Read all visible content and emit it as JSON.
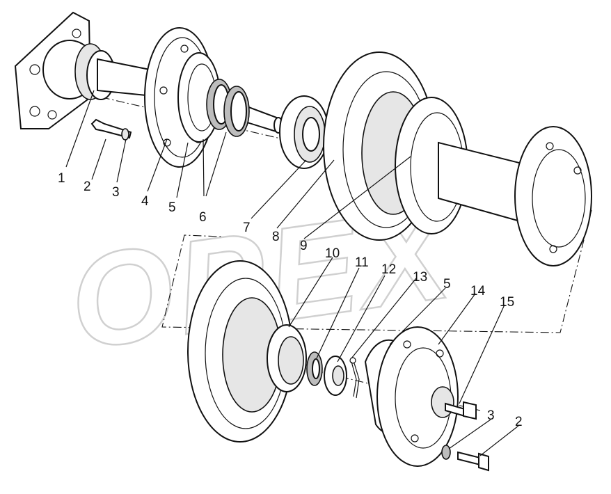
{
  "watermark": {
    "text": "ОРЕХ"
  },
  "callouts": [
    "1",
    "2",
    "3",
    "4",
    "5",
    "6",
    "7",
    "8",
    "9",
    "10",
    "11",
    "12",
    "13",
    "5",
    "14",
    "15",
    "3",
    "2"
  ]
}
